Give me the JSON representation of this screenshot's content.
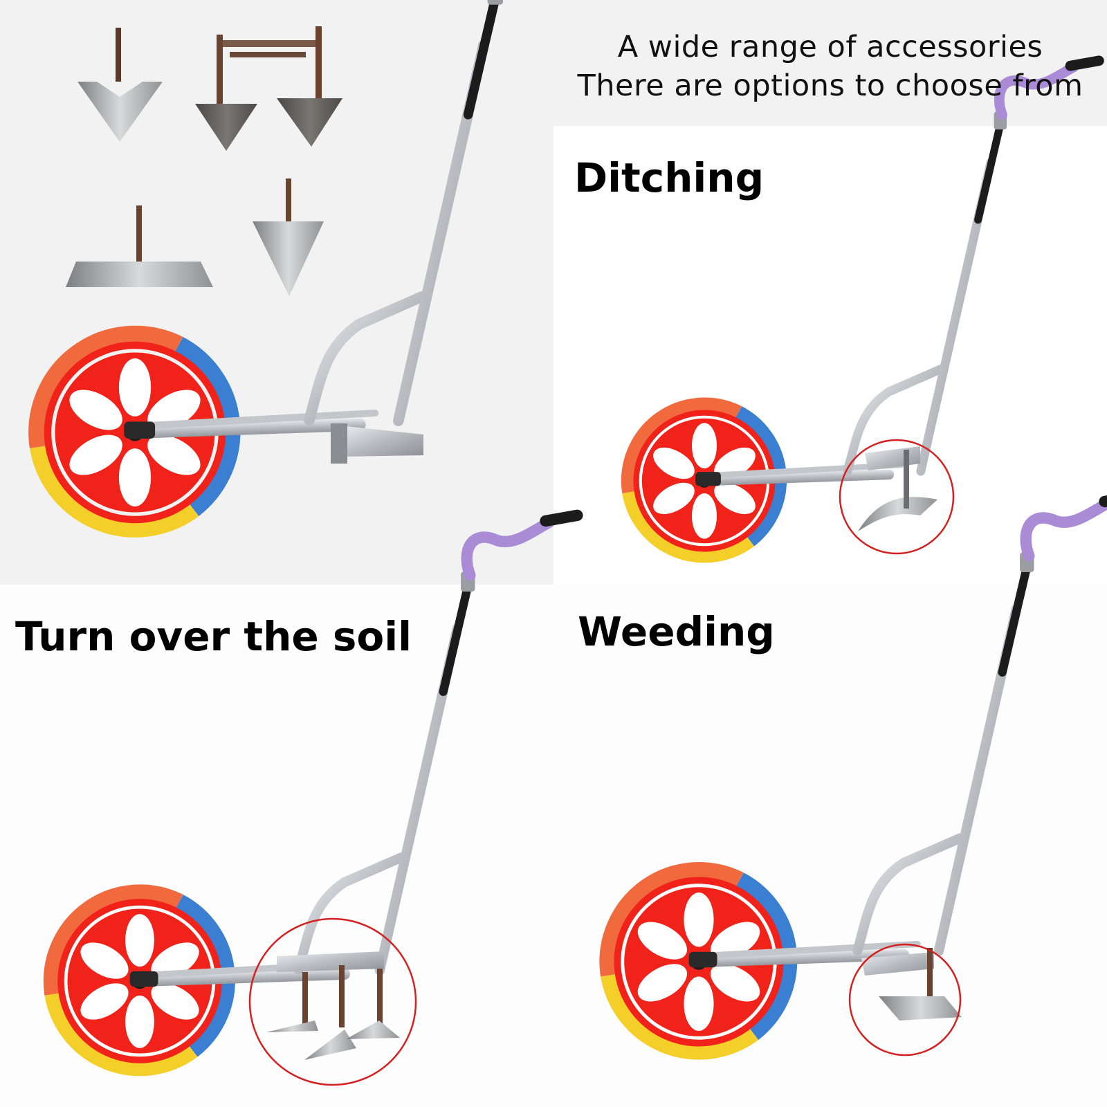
{
  "header": {
    "line1": "A wide range of accessories",
    "line2": "There are options to choose from"
  },
  "labels": {
    "ditching": "Ditching",
    "turn_soil": "Turn over the soil",
    "weeding": "Weeding"
  },
  "colors": {
    "rim": "#f0221a",
    "tire_orange": "#f06a3e",
    "tire_blue": "#3a7fd2",
    "tire_yellow": "#f4cf2a",
    "handle_purple": "#a98bd6",
    "frame_steel": "#c9ccd0",
    "highlight_circle": "#d42020"
  }
}
